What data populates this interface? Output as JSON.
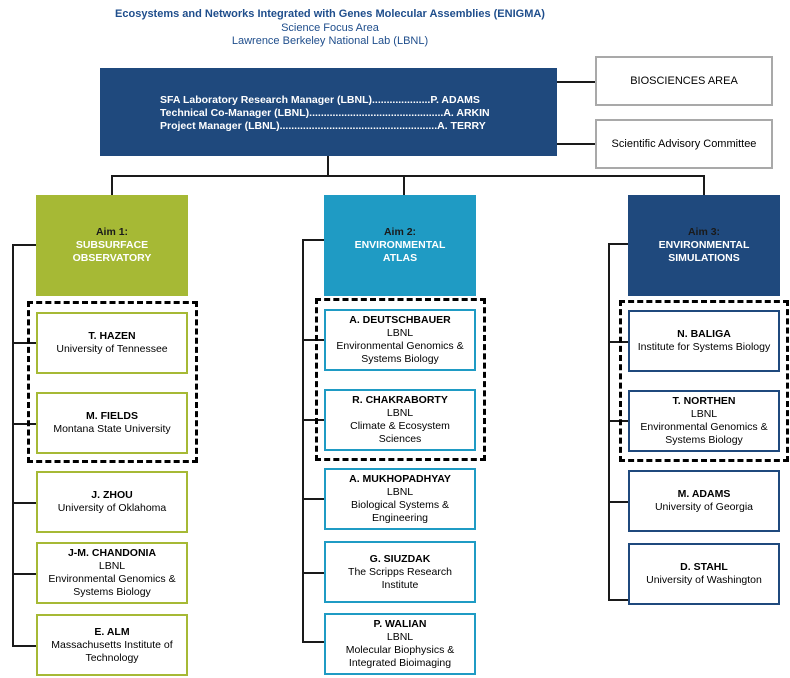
{
  "header": {
    "title": "Ecosystems and Networks Integrated with Genes Molecular Assemblies (ENIGMA)",
    "line2": "Science Focus Area",
    "line3": "Lawrence Berkeley National Lab (LBNL)"
  },
  "leadership": [
    "SFA Laboratory Research Manager (LBNL)....................P. ADAMS",
    "Technical Co-Manager (LBNL)..............................................A. ARKIN",
    "Project Manager (LBNL)......................................................A. TERRY"
  ],
  "side_boxes": {
    "biosciences": "BIOSCIENCES AREA",
    "advisory": "Scientific Advisory Committee"
  },
  "aims": [
    {
      "label": "Aim 1:",
      "title": [
        "SUBSURFACE",
        "OBSERVATORY"
      ],
      "color": "#a6b935",
      "members": [
        {
          "name": "T. HAZEN",
          "lines": [
            "University of Tennessee"
          ]
        },
        {
          "name": "M. FIELDS",
          "lines": [
            "Montana State University"
          ]
        },
        {
          "name": "J. ZHOU",
          "lines": [
            "University of Oklahoma"
          ]
        },
        {
          "name": "J-M. CHANDONIA",
          "lines": [
            "LBNL",
            "Environmental Genomics &",
            "Systems Biology"
          ]
        },
        {
          "name": "E. ALM",
          "lines": [
            "Massachusetts Institute of",
            "Technology"
          ]
        }
      ]
    },
    {
      "label": "Aim 2:",
      "title": [
        "ENVIRONMENTAL",
        "ATLAS"
      ],
      "color": "#1f9bc4",
      "members": [
        {
          "name": "A. DEUTSCHBAUER",
          "lines": [
            "LBNL",
            "Environmental Genomics &",
            "Systems Biology"
          ]
        },
        {
          "name": "R. CHAKRABORTY",
          "lines": [
            "LBNL",
            "Climate & Ecosystem",
            "Sciences"
          ]
        },
        {
          "name": "A. MUKHOPADHYAY",
          "lines": [
            "LBNL",
            "Biological Systems &",
            "Engineering"
          ]
        },
        {
          "name": "G. SIUZDAK",
          "lines": [
            "The Scripps Research",
            "Institute"
          ]
        },
        {
          "name": "P. WALIAN",
          "lines": [
            "LBNL",
            "Molecular Biophysics &",
            "Integrated Bioimaging"
          ]
        }
      ]
    },
    {
      "label": "Aim 3:",
      "title": [
        "ENVIRONMENTAL",
        "SIMULATIONS"
      ],
      "color": "#1f497d",
      "members": [
        {
          "name": "N. BALIGA",
          "lines": [
            "Institute for Systems Biology"
          ]
        },
        {
          "name": "T. NORTHEN",
          "lines": [
            "LBNL",
            "Environmental Genomics &",
            "Systems Biology"
          ]
        },
        {
          "name": "M. ADAMS",
          "lines": [
            "University of Georgia"
          ]
        },
        {
          "name": "D. STAHL",
          "lines": [
            "University of Washington"
          ]
        }
      ]
    }
  ]
}
